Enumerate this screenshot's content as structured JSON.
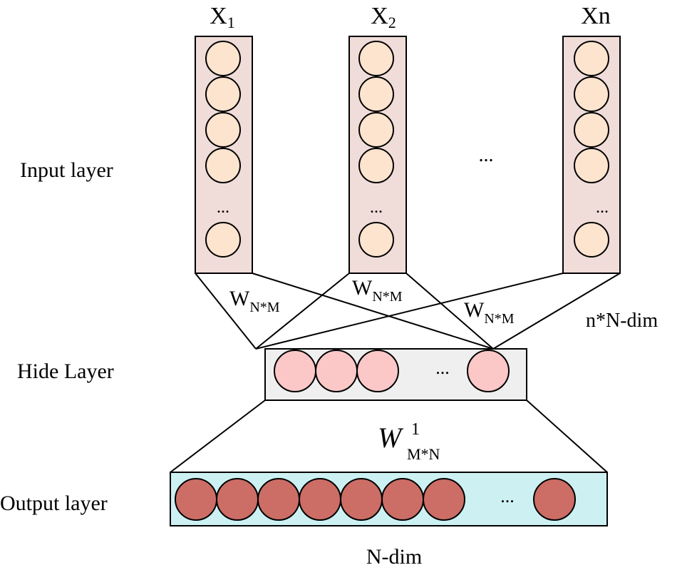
{
  "input": {
    "columns": [
      {
        "label_main": "X",
        "label_sub": "1"
      },
      {
        "label_main": "X",
        "label_sub": "2"
      },
      {
        "label_main": "Xn",
        "label_sub": ""
      }
    ],
    "column_ellipsis": "...",
    "between_ellipsis": "...",
    "layer_label": "Input layer",
    "neurons_per_column": 5
  },
  "weights": {
    "main": "W",
    "sub": "N*M",
    "dim_label": "n*N-dim",
    "output_main": "W",
    "output_sup": "1",
    "output_sub": "M*N"
  },
  "hidden": {
    "layer_label": "Hide Layer",
    "ellipsis": "...",
    "neurons_before_ellipsis": 3,
    "neurons_after_ellipsis": 1
  },
  "output": {
    "layer_label": "Output layer",
    "ellipsis": "...",
    "dim_label": "N-dim",
    "neurons_before_ellipsis": 7,
    "neurons_after_ellipsis": 1
  },
  "colors": {
    "input_column_fill": "#f0dcd8",
    "input_neuron_fill": "#fce4cf",
    "hidden_box_fill": "#efefef",
    "hidden_neuron_fill": "#fbc7c7",
    "output_box_fill": "#cdf1f3",
    "output_neuron_fill": "#cc6d66",
    "line": "#000000"
  }
}
